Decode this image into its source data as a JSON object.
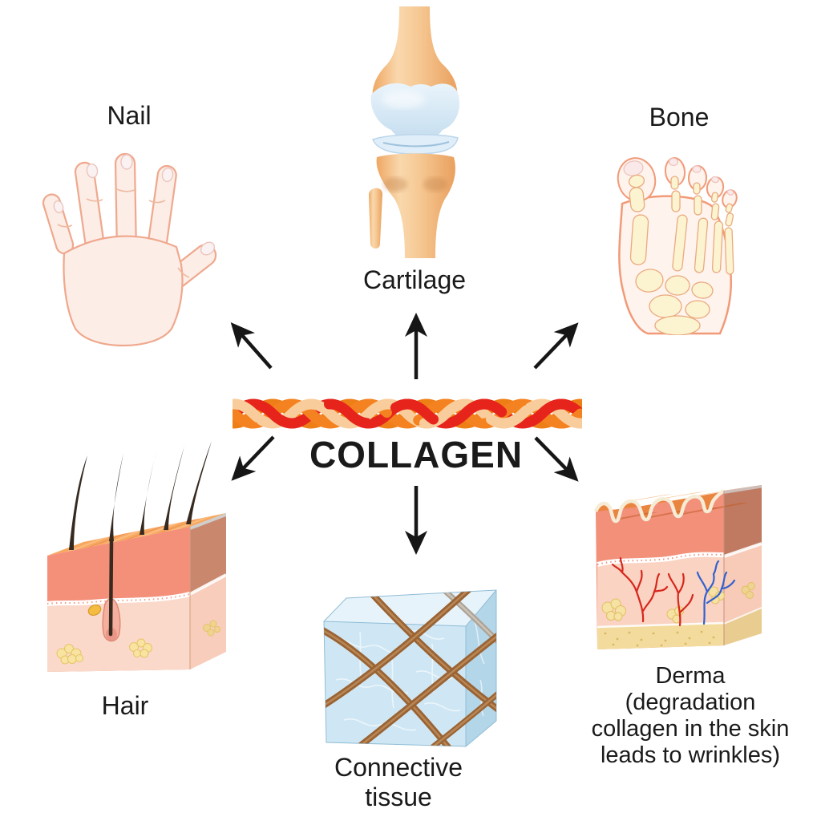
{
  "diagram": {
    "center": {
      "label": "COLLAGEN",
      "fiber_icon": "collagen-fiber-braid"
    },
    "nodes": {
      "nail": {
        "label": "Nail",
        "illustration": "human-hand-with-fingernails"
      },
      "cartilage": {
        "label": "Cartilage",
        "illustration": "knee-joint"
      },
      "bone": {
        "label": "Bone",
        "illustration": "foot-bones"
      },
      "hair": {
        "label": "Hair",
        "illustration": "skin-cross-section-with-hair-follicle"
      },
      "connective_tissue": {
        "label": "Connective tissue",
        "lines": [
          "Connective",
          "tissue"
        ],
        "illustration": "connective-tissue-cube"
      },
      "derma": {
        "label": "Derma (degradation collagen in the skin leads to wrinkles)",
        "lines": [
          "Derma",
          "(degradation",
          "collagen in the skin",
          "leads to wrinkles)"
        ],
        "illustration": "wrinkled-skin-cross-section"
      }
    },
    "palette": {
      "background": "#ffffff",
      "text": "#1a1a1a",
      "arrow": "#161616",
      "fiber_red": "#e6241c",
      "fiber_orange": "#f58220",
      "fiber_cream": "#f9cd9b",
      "fiber_deep_orange": "#ee7f16",
      "bone_light": "#f8d3a4",
      "bone_shade": "#efa763",
      "cartilage_blue": "#d9ebf8",
      "skin_pale": "#fcede7",
      "skin_outline": "#efa88d",
      "epidermis_salmon": "#f2907a",
      "dermis_pink": "#fad3c2",
      "fat_yellow": "#f6e2a3",
      "hair_brown": "#362a20",
      "tissue_blue": "#cfe7f4",
      "fiber_brown": "#9a6334",
      "vessel_red": "#d7271d",
      "vessel_blue": "#3161cf"
    }
  }
}
